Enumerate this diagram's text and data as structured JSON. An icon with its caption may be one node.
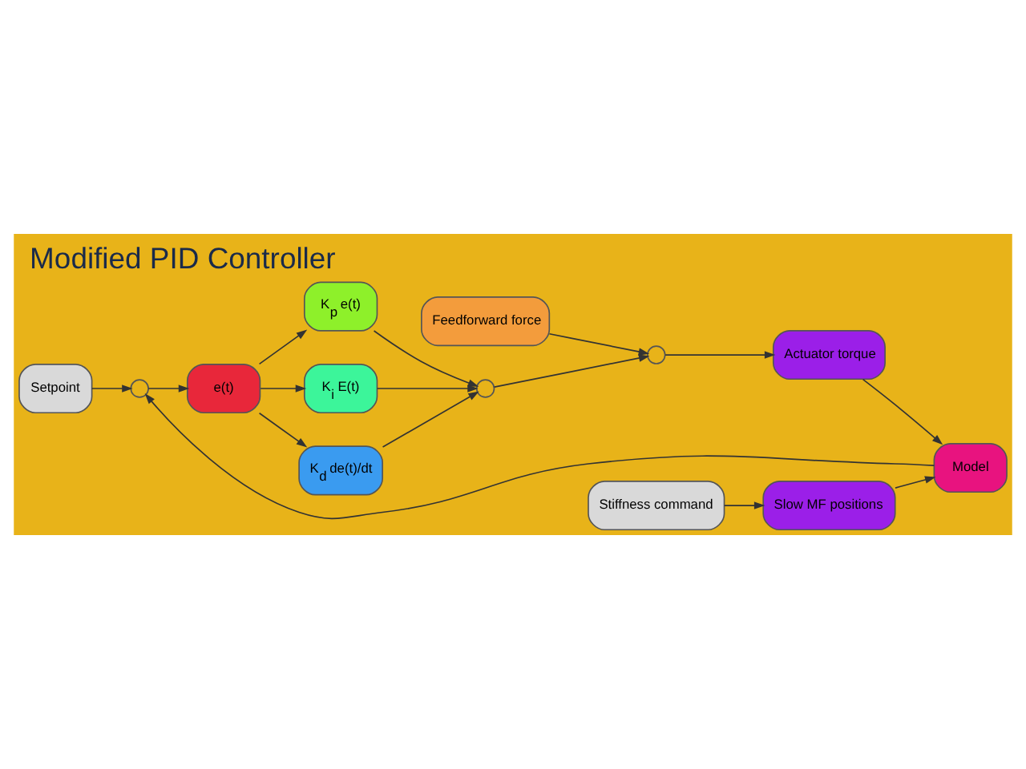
{
  "diagram": {
    "title": "Modified PID Controller",
    "nodes": [
      {
        "text": [
          "Slow MF positions"
        ]
      },
      {
        "text": [
          "Feedforward force"
        ]
      },
      {
        "text": [
          "Stiffness command"
        ]
      },
      {
        "text": [
          "K$_{p}$ e(t)"
        ]
      },
      {
        "text": [
          "Setpoint"
        ]
      },
      {
        "text": [],
        "shape": "circle"
      },
      {
        "text": [
          "e(t)"
        ]
      },
      {
        "text": [
          "K$_{i}$ E(t)"
        ]
      },
      {
        "text": [
          "K$_{d}$ de(t)/dt"
        ]
      },
      {
        "text": [],
        "shape": "circle"
      },
      {
        "text": [],
        "shape": "circle"
      },
      {
        "text": [
          "Actuator torque"
        ]
      },
      {
        "text": [
          "Model"
        ]
      }
    ],
    "edges": [
      {
        "from": 2,
        "to": 0,
        "arrow": "to"
      },
      {
        "from": 4,
        "to": 5,
        "arrow": "to"
      },
      {
        "from": 5,
        "to": 6,
        "arrow": "to"
      },
      {
        "from": 6,
        "to": 3,
        "arrow": "to"
      },
      {
        "from": 6,
        "to": 7,
        "arrow": "to"
      },
      {
        "from": 6,
        "to": 8,
        "arrow": "to"
      },
      {
        "from": 3,
        "to": 9,
        "arrow": "to"
      },
      {
        "from": 7,
        "to": 9,
        "arrow": "to"
      },
      {
        "from": 8,
        "to": 9,
        "arrow": "to"
      },
      {
        "from": 9,
        "to": 10,
        "arrow": "to"
      },
      {
        "from": 1,
        "to": 10,
        "arrow": "to"
      },
      {
        "from": 10,
        "to": 11,
        "arrow": "to"
      },
      {
        "from": 11,
        "to": 12,
        "arrow": "to"
      },
      {
        "from": 0,
        "to": 12,
        "arrow": "to"
      },
      {
        "from": 12,
        "to": 5,
        "arrow": "to"
      }
    ]
  }
}
